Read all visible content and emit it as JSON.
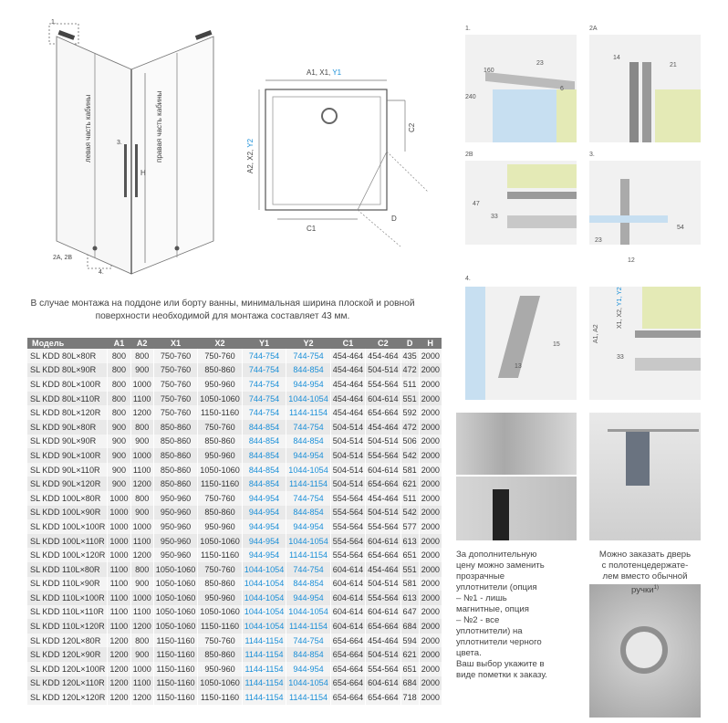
{
  "diagram_labels": {
    "cabin_left": "левая часть кабины",
    "cabin_right": "правая часть кабины",
    "h": "H",
    "c1": "1.",
    "c2a2b": "2A, 2B",
    "c3": "3.",
    "c4": "4.",
    "top_dim_a": "A1, X1, ",
    "top_dim_b": "Y1",
    "side_dim_a": "A2, X2, ",
    "side_dim_b": "Y2",
    "c2_label": "C2",
    "c1_label": "C1",
    "d_label": "D"
  },
  "detail_panels": {
    "p1": {
      "tag": "1.",
      "d160": "160",
      "d240": "240",
      "d23": "23",
      "d6": "6"
    },
    "p2a": {
      "tag": "2A",
      "d14": "14",
      "d21": "21"
    },
    "p2b": {
      "tag": "2B",
      "d47": "47",
      "d33": "33"
    },
    "p3": {
      "tag": "3.",
      "d54": "54",
      "d23": "23",
      "d12": "12"
    },
    "p4": {
      "tag": "4.",
      "d15": "15",
      "d13": "13"
    },
    "p5": {
      "dim_x": "X1, X2, ",
      "dim_y": "Y1, Y2",
      "dim_a": "A1, A2",
      "d33": "33"
    }
  },
  "note": "В случае монтажа на поддоне или борту ванны, минимальная ширина плоской и ровной поверхности необходимой для монтажа составляет 43 мм.",
  "table": {
    "headers": [
      "Модель",
      "A1",
      "A2",
      "X1",
      "X2",
      "Y1",
      "Y2",
      "C1",
      "C2",
      "D",
      "H"
    ],
    "rows": [
      [
        "SL KDD 80L×80R",
        "800",
        "800",
        "750-760",
        "750-760",
        "744-754",
        "744-754",
        "454-464",
        "454-464",
        "435",
        "2000"
      ],
      [
        "SL KDD 80L×90R",
        "800",
        "900",
        "750-760",
        "850-860",
        "744-754",
        "844-854",
        "454-464",
        "504-514",
        "472",
        "2000"
      ],
      [
        "SL KDD 80L×100R",
        "800",
        "1000",
        "750-760",
        "950-960",
        "744-754",
        "944-954",
        "454-464",
        "554-564",
        "511",
        "2000"
      ],
      [
        "SL KDD 80L×110R",
        "800",
        "1100",
        "750-760",
        "1050-1060",
        "744-754",
        "1044-1054",
        "454-464",
        "604-614",
        "551",
        "2000"
      ],
      [
        "SL KDD 80L×120R",
        "800",
        "1200",
        "750-760",
        "1150-1160",
        "744-754",
        "1144-1154",
        "454-464",
        "654-664",
        "592",
        "2000"
      ],
      [
        "SL KDD 90L×80R",
        "900",
        "800",
        "850-860",
        "750-760",
        "844-854",
        "744-754",
        "504-514",
        "454-464",
        "472",
        "2000"
      ],
      [
        "SL KDD 90L×90R",
        "900",
        "900",
        "850-860",
        "850-860",
        "844-854",
        "844-854",
        "504-514",
        "504-514",
        "506",
        "2000"
      ],
      [
        "SL KDD 90L×100R",
        "900",
        "1000",
        "850-860",
        "950-960",
        "844-854",
        "944-954",
        "504-514",
        "554-564",
        "542",
        "2000"
      ],
      [
        "SL KDD 90L×110R",
        "900",
        "1100",
        "850-860",
        "1050-1060",
        "844-854",
        "1044-1054",
        "504-514",
        "604-614",
        "581",
        "2000"
      ],
      [
        "SL KDD 90L×120R",
        "900",
        "1200",
        "850-860",
        "1150-1160",
        "844-854",
        "1144-1154",
        "504-514",
        "654-664",
        "621",
        "2000"
      ],
      [
        "SL KDD 100L×80R",
        "1000",
        "800",
        "950-960",
        "750-760",
        "944-954",
        "744-754",
        "554-564",
        "454-464",
        "511",
        "2000"
      ],
      [
        "SL KDD 100L×90R",
        "1000",
        "900",
        "950-960",
        "850-860",
        "944-954",
        "844-854",
        "554-564",
        "504-514",
        "542",
        "2000"
      ],
      [
        "SL KDD 100L×100R",
        "1000",
        "1000",
        "950-960",
        "950-960",
        "944-954",
        "944-954",
        "554-564",
        "554-564",
        "577",
        "2000"
      ],
      [
        "SL KDD 100L×110R",
        "1000",
        "1100",
        "950-960",
        "1050-1060",
        "944-954",
        "1044-1054",
        "554-564",
        "604-614",
        "613",
        "2000"
      ],
      [
        "SL KDD 100L×120R",
        "1000",
        "1200",
        "950-960",
        "1150-1160",
        "944-954",
        "1144-1154",
        "554-564",
        "654-664",
        "651",
        "2000"
      ],
      [
        "SL KDD 110L×80R",
        "1100",
        "800",
        "1050-1060",
        "750-760",
        "1044-1054",
        "744-754",
        "604-614",
        "454-464",
        "551",
        "2000"
      ],
      [
        "SL KDD 110L×90R",
        "1100",
        "900",
        "1050-1060",
        "850-860",
        "1044-1054",
        "844-854",
        "604-614",
        "504-514",
        "581",
        "2000"
      ],
      [
        "SL KDD 110L×100R",
        "1100",
        "1000",
        "1050-1060",
        "950-960",
        "1044-1054",
        "944-954",
        "604-614",
        "554-564",
        "613",
        "2000"
      ],
      [
        "SL KDD 110L×110R",
        "1100",
        "1100",
        "1050-1060",
        "1050-1060",
        "1044-1054",
        "1044-1054",
        "604-614",
        "604-614",
        "647",
        "2000"
      ],
      [
        "SL KDD 110L×120R",
        "1100",
        "1200",
        "1050-1060",
        "1150-1160",
        "1044-1054",
        "1144-1154",
        "604-614",
        "654-664",
        "684",
        "2000"
      ],
      [
        "SL KDD 120L×80R",
        "1200",
        "800",
        "1150-1160",
        "750-760",
        "1144-1154",
        "744-754",
        "654-664",
        "454-464",
        "594",
        "2000"
      ],
      [
        "SL KDD 120L×90R",
        "1200",
        "900",
        "1150-1160",
        "850-860",
        "1144-1154",
        "844-854",
        "654-664",
        "504-514",
        "621",
        "2000"
      ],
      [
        "SL KDD 120L×100R",
        "1200",
        "1000",
        "1150-1160",
        "950-960",
        "1144-1154",
        "944-954",
        "654-664",
        "554-564",
        "651",
        "2000"
      ],
      [
        "SL KDD 120L×110R",
        "1200",
        "1100",
        "1150-1160",
        "1050-1060",
        "1144-1154",
        "1044-1054",
        "654-664",
        "604-614",
        "684",
        "2000"
      ],
      [
        "SL KDD 120L×120R",
        "1200",
        "1200",
        "1150-1160",
        "1150-1160",
        "1144-1154",
        "1144-1154",
        "654-664",
        "654-664",
        "718",
        "2000"
      ]
    ]
  },
  "captions": {
    "seals": [
      "За дополнительную",
      "цену можно заменить",
      "прозрачные",
      "уплотнители (опция",
      "– №1 - лишь",
      "магнитные, опция",
      "– №2 - все",
      "уплотнители)  на",
      "уплотнители черного",
      "цвета.",
      "Ваш выбор укажите в",
      "виде пометки к заказу."
    ],
    "handle": [
      "Можно заказать дверь",
      "с полотенцедержате-",
      "лем вместо обычной",
      "ручки"
    ],
    "handle_sup": "1)"
  }
}
